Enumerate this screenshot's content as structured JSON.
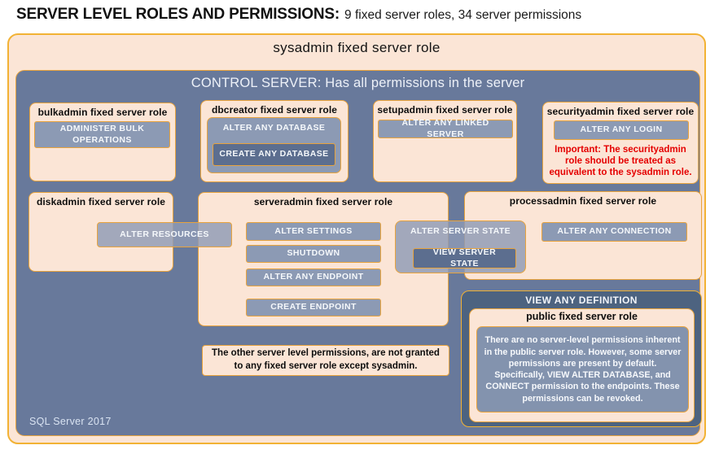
{
  "colors": {
    "peach_fill": "#FBE5D6",
    "gold_border": "#E8A33D",
    "blue_panel": "#68799B",
    "slate_button": "#8C9AB4",
    "dark_slate_button": "#5C6E8F",
    "navy_panel": "#4D6380",
    "warning_red": "#E50000"
  },
  "page": {
    "heading_bold": "SERVER LEVEL ROLES AND PERMISSIONS:",
    "heading_detail": "9 fixed server roles, 34 server permissions"
  },
  "sysadmin": {
    "title": "sysadmin fixed server role"
  },
  "control_server": {
    "title": "CONTROL SERVER: Has all permissions in the server"
  },
  "roles": {
    "bulkadmin": {
      "title": "bulkadmin fixed server role",
      "permission": "ADMINISTER BULK OPERATIONS"
    },
    "dbcreator": {
      "title": "dbcreator fixed server role",
      "permission": "ALTER ANY DATABASE",
      "nested_permission": "CREATE ANY DATABASE"
    },
    "setupadmin": {
      "title": "setupadmin fixed server role",
      "permission": "ALTER ANY LINKED SERVER"
    },
    "securityadmin": {
      "title": "securityadmin fixed server role",
      "permission": "ALTER ANY LOGIN",
      "warning": "Important: The securityadmin role should be treated as equivalent to the sysadmin role."
    },
    "diskadmin": {
      "title": "diskadmin fixed server role",
      "permission": "ALTER RESOURCES"
    },
    "serveradmin": {
      "title": "serveradmin fixed server role",
      "permissions": [
        "ALTER SETTINGS",
        "SHUTDOWN",
        "ALTER ANY ENDPOINT",
        "CREATE ENDPOINT"
      ],
      "overlap_permission": "ALTER SERVER STATE",
      "nested_permission": "VIEW SERVER STATE"
    },
    "processadmin": {
      "title": "processadmin fixed server role",
      "permission": "ALTER ANY CONNECTION"
    },
    "public": {
      "container_permission": "VIEW ANY DEFINITION",
      "title": "public fixed server role",
      "description": "There are no server-level permissions inherent in the public server role. However, some server permissions are present by default. Specifically, VIEW ALTER DATABASE, and CONNECT permission to the endpoints. These permissions can be revoked."
    }
  },
  "note": "The other server level permissions, are not granted to any fixed server role except sysadmin.",
  "footer": "SQL Server 2017"
}
